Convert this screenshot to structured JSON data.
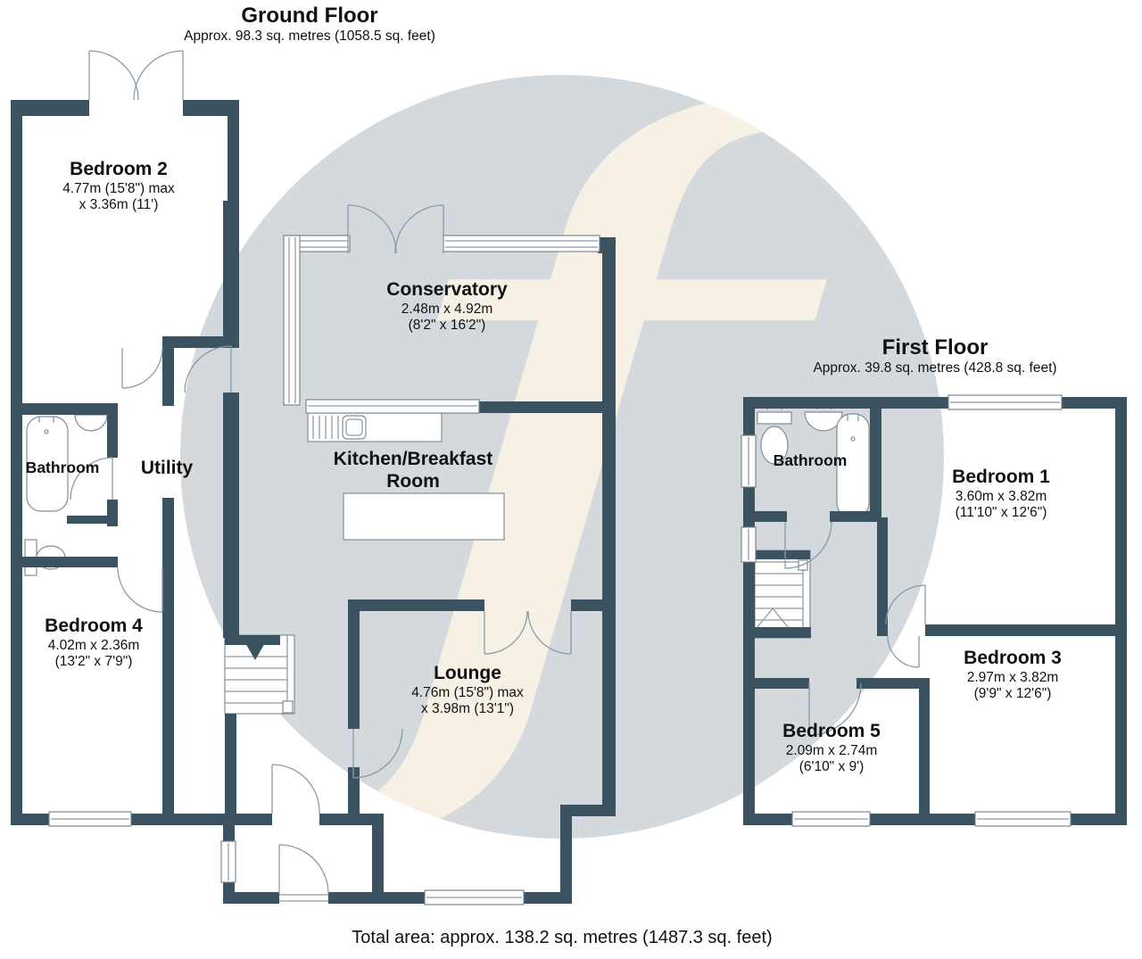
{
  "watermark": {
    "glyph": "f"
  },
  "colors": {
    "wall": "#3b5261",
    "watermark_circle": "#d3d9dd",
    "watermark_glyph": "#f7f0e5",
    "thin_line": "#8d9aa4"
  },
  "ground_floor": {
    "title": "Ground Floor",
    "area": "Approx. 98.3 sq. metres (1058.5 sq. feet)",
    "rooms": [
      {
        "name": "Bedroom 2",
        "dims": "4.77m (15'8\") max\nx 3.36m (11')"
      },
      {
        "name": "Conservatory",
        "dims": "2.48m x 4.92m\n(8'2\" x 16'2\")"
      },
      {
        "name": "Bathroom",
        "dims": ""
      },
      {
        "name": "Utility",
        "dims": ""
      },
      {
        "name": "Kitchen/Breakfast\nRoom",
        "dims": ""
      },
      {
        "name": "Bedroom 4",
        "dims": "4.02m x 2.36m\n(13'2\" x 7'9\")"
      },
      {
        "name": "Lounge",
        "dims": "4.76m (15'8\") max\nx 3.98m (13'1\")"
      }
    ]
  },
  "first_floor": {
    "title": "First Floor",
    "area": "Approx. 39.8 sq. metres (428.8 sq. feet)",
    "rooms": [
      {
        "name": "Bathroom",
        "dims": ""
      },
      {
        "name": "Bedroom 1",
        "dims": "3.60m x 3.82m\n(11'10\" x 12'6\")"
      },
      {
        "name": "Bedroom 3",
        "dims": "2.97m x 3.82m\n(9'9\" x 12'6\")"
      },
      {
        "name": "Bedroom 5",
        "dims": "2.09m x 2.74m\n(6'10\" x 9')"
      }
    ]
  },
  "footer": {
    "total": "Total area: approx. 138.2 sq. metres (1487.3 sq. feet)"
  }
}
